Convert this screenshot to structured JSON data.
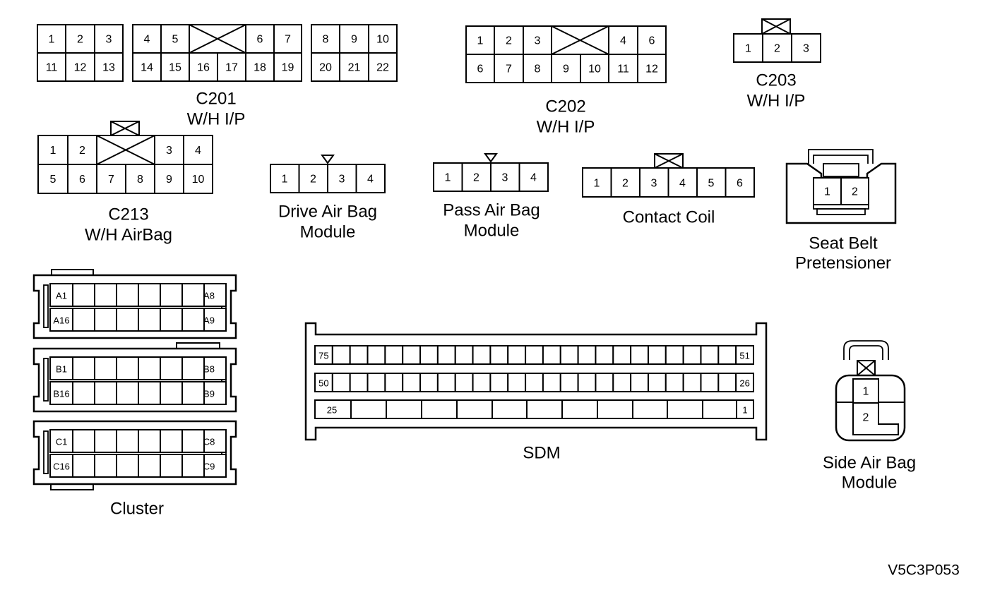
{
  "figure_id": "V5C3P053",
  "connectors": {
    "c201": {
      "caption": [
        "C201",
        "W/H I/P"
      ],
      "block1": {
        "top": [
          "1",
          "2",
          "3"
        ],
        "bottom": [
          "11",
          "12",
          "13"
        ]
      },
      "block2": {
        "top": [
          "4",
          "5",
          "",
          "",
          "6",
          "7"
        ],
        "bottom": [
          "14",
          "15",
          "16",
          "17",
          "18",
          "19"
        ]
      },
      "block3": {
        "top": [
          "8",
          "9",
          "10"
        ],
        "bottom": [
          "20",
          "21",
          "22"
        ]
      }
    },
    "c202": {
      "caption": [
        "C202",
        "W/H I/P"
      ],
      "top": [
        "1",
        "2",
        "3",
        "",
        "",
        "4",
        "6"
      ],
      "bottom": [
        "6",
        "7",
        "8",
        "9",
        "10",
        "11",
        "12"
      ]
    },
    "c203": {
      "caption": [
        "C203",
        "W/H I/P"
      ],
      "pins": [
        "1",
        "2",
        "3"
      ]
    },
    "c213": {
      "caption": [
        "C213",
        "W/H AirBag"
      ],
      "top": [
        "1",
        "2",
        "",
        "",
        "3",
        "4"
      ],
      "bottom": [
        "5",
        "6",
        "7",
        "8",
        "9",
        "10"
      ]
    },
    "drive_air_bag": {
      "caption": [
        "Drive Air Bag",
        "Module"
      ],
      "pins": [
        "1",
        "2",
        "3",
        "4"
      ]
    },
    "pass_air_bag": {
      "caption": [
        "Pass Air Bag",
        "Module"
      ],
      "pins": [
        "1",
        "2",
        "3",
        "4"
      ]
    },
    "contact_coil": {
      "caption": [
        "Contact Coil"
      ],
      "pins": [
        "1",
        "2",
        "3",
        "4",
        "5",
        "6"
      ]
    },
    "seat_belt": {
      "caption": [
        "Seat Belt",
        "Pretensioner"
      ],
      "pins": [
        "1",
        "2"
      ]
    },
    "cluster": {
      "caption": [
        "Cluster"
      ],
      "banks": [
        {
          "top_left": "A1",
          "top_right": "A8",
          "bottom_left": "A16",
          "bottom_right": "A9"
        },
        {
          "top_left": "B1",
          "top_right": "B8",
          "bottom_left": "B16",
          "bottom_right": "B9"
        },
        {
          "top_left": "C1",
          "top_right": "C8",
          "bottom_left": "C16",
          "bottom_right": "C9"
        }
      ]
    },
    "sdm": {
      "caption": [
        "SDM"
      ],
      "row1": {
        "left": "75",
        "right": "51"
      },
      "row2": {
        "left": "50",
        "right": "26"
      },
      "row3": {
        "left": "25",
        "right": "1"
      }
    },
    "side_air_bag": {
      "caption": [
        "Side Air Bag",
        "Module"
      ],
      "pins": [
        "1",
        "2"
      ]
    }
  }
}
